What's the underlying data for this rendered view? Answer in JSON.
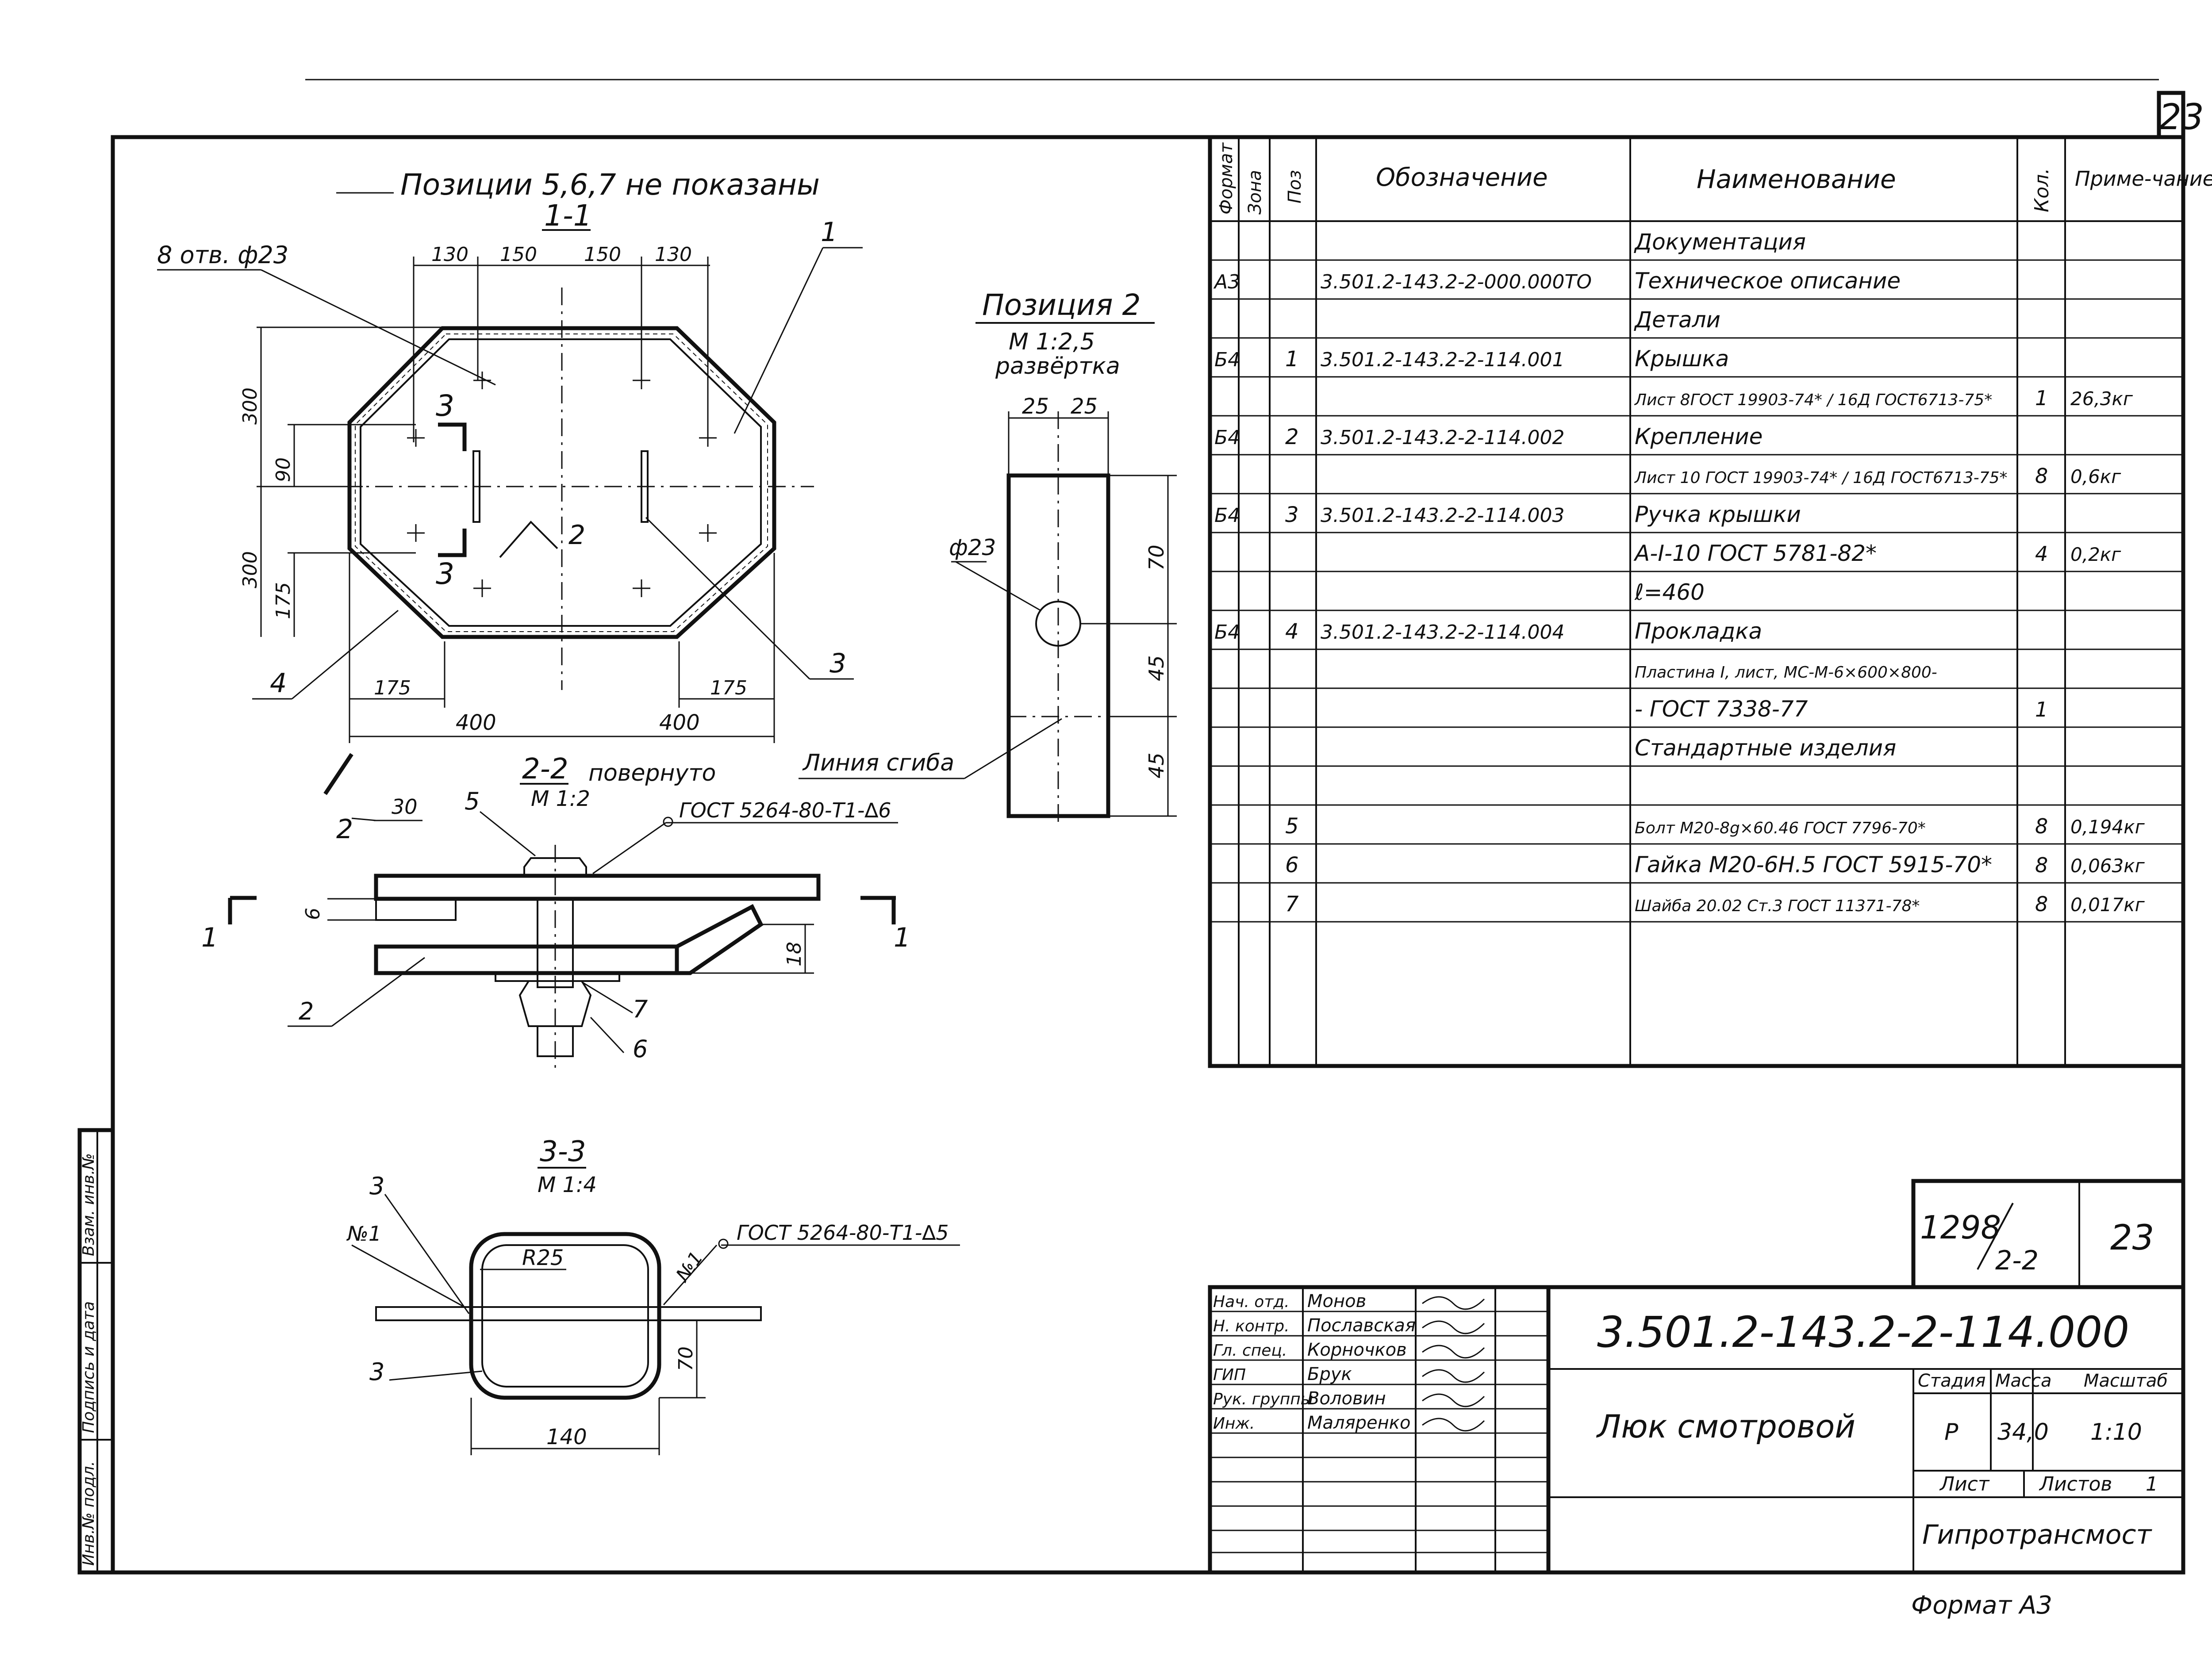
{
  "sheet": {
    "page_number": "23",
    "format_label": "Формат А3"
  },
  "side_stamp": {
    "inv_podl": "Инв.№ подл.",
    "podpis_data": "Подпись и дата",
    "vzam_inv": "Взам. инв.№"
  },
  "drawing": {
    "note_positions": "Позиции 5,6,7 не показаны",
    "view_1_1": {
      "title": "1-1",
      "holes": "8 отв. ф23",
      "dims_top": [
        "130",
        "150",
        "150",
        "130"
      ],
      "dims_left": [
        "300",
        "90",
        "300",
        "175"
      ],
      "dims_bottom_small": [
        "175",
        "175"
      ],
      "dims_bottom": [
        "400",
        "400"
      ],
      "section_mark": "3",
      "callouts": [
        "1",
        "2",
        "3",
        "4"
      ]
    },
    "position_2": {
      "title": "Позиция 2",
      "scale": "М 1:2,5",
      "subtitle": "развёртка",
      "dims_top": [
        "25",
        "25"
      ],
      "hole": "ф23",
      "dims_right": [
        "70",
        "45",
        "45"
      ],
      "bend_line": "Линия сгиба"
    },
    "view_2_2": {
      "title": "2-2",
      "note": "повернуто",
      "scale": "М 1:2",
      "weld": "ГОСТ 5264-80-Т1-∆6",
      "dims": [
        "30",
        "6",
        "18"
      ],
      "callouts": [
        "2",
        "5",
        "2",
        "7",
        "6"
      ],
      "section_mark": "1"
    },
    "view_3_3": {
      "title": "3-3",
      "scale": "М 1:4",
      "weld": "ГОСТ 5264-80-Т1-∆5",
      "weld_no": "№1",
      "radius": "R25",
      "dims": [
        "70",
        "140"
      ],
      "callouts": [
        "3",
        "3"
      ]
    }
  },
  "spec_table": {
    "headers": {
      "format": "Формат",
      "zone": "Зона",
      "pos": "Поз",
      "designation": "Обозначение",
      "name": "Наименование",
      "qty": "Кол.",
      "note": "Приме-чание"
    },
    "rows": [
      {
        "fmt": "",
        "zone": "",
        "pos": "",
        "des": "",
        "name": "Документация",
        "qty": "",
        "note": ""
      },
      {
        "fmt": "А3",
        "zone": "",
        "pos": "",
        "des": "3.501.2-143.2-2-000.000ТО",
        "name": "Техническое описание",
        "qty": "",
        "note": ""
      },
      {
        "fmt": "",
        "zone": "",
        "pos": "",
        "des": "",
        "name": "Детали",
        "qty": "",
        "note": ""
      },
      {
        "fmt": "Б4",
        "zone": "",
        "pos": "1",
        "des": "3.501.2-143.2-2-114.001",
        "name": "Крышка",
        "qty": "",
        "note": ""
      },
      {
        "fmt": "",
        "zone": "",
        "pos": "",
        "des": "",
        "name": "Лист 8ГОСТ 19903-74* / 16Д ГОСТ6713-75*",
        "qty": "1",
        "note": "26,3кг"
      },
      {
        "fmt": "Б4",
        "zone": "",
        "pos": "2",
        "des": "3.501.2-143.2-2-114.002",
        "name": "Крепление",
        "qty": "",
        "note": ""
      },
      {
        "fmt": "",
        "zone": "",
        "pos": "",
        "des": "",
        "name": "Лист 10 ГОСТ 19903-74* / 16Д ГОСТ6713-75*",
        "qty": "8",
        "note": "0,6кг"
      },
      {
        "fmt": "Б4",
        "zone": "",
        "pos": "3",
        "des": "3.501.2-143.2-2-114.003",
        "name": "Ручка крышки",
        "qty": "",
        "note": ""
      },
      {
        "fmt": "",
        "zone": "",
        "pos": "",
        "des": "",
        "name": "А-I-10 ГОСТ 5781-82*",
        "qty": "4",
        "note": "0,2кг"
      },
      {
        "fmt": "",
        "zone": "",
        "pos": "",
        "des": "",
        "name": "ℓ=460",
        "qty": "",
        "note": ""
      },
      {
        "fmt": "Б4",
        "zone": "",
        "pos": "4",
        "des": "3.501.2-143.2-2-114.004",
        "name": "Прокладка",
        "qty": "",
        "note": ""
      },
      {
        "fmt": "",
        "zone": "",
        "pos": "",
        "des": "",
        "name": "Пластина I, лист, МС-М-6×600×800-",
        "qty": "",
        "note": ""
      },
      {
        "fmt": "",
        "zone": "",
        "pos": "",
        "des": "",
        "name": "- ГОСТ 7338-77",
        "qty": "1",
        "note": ""
      },
      {
        "fmt": "",
        "zone": "",
        "pos": "",
        "des": "",
        "name": "Стандартные изделия",
        "qty": "",
        "note": ""
      },
      {
        "fmt": "",
        "zone": "",
        "pos": "",
        "des": "",
        "name": "",
        "qty": "",
        "note": ""
      },
      {
        "fmt": "",
        "zone": "",
        "pos": "5",
        "des": "",
        "name": "Болт М20-8g×60.46 ГОСТ 7796-70*",
        "qty": "8",
        "note": "0,194кг"
      },
      {
        "fmt": "",
        "zone": "",
        "pos": "6",
        "des": "",
        "name": "Гайка М20-6Н.5 ГОСТ 5915-70*",
        "qty": "8",
        "note": "0,063кг"
      },
      {
        "fmt": "",
        "zone": "",
        "pos": "7",
        "des": "",
        "name": "Шайба 20.02 Ст.3 ГОСТ 11371-78*",
        "qty": "8",
        "note": "0,017кг"
      }
    ]
  },
  "title_block": {
    "album": "1298",
    "album_sub": "2-2",
    "sheet_no": "23",
    "doc_code": "3.501.2-143.2-2-114.000",
    "title": "Люк смотровой",
    "roles": [
      {
        "role": "Нач. отд.",
        "name": "Монов"
      },
      {
        "role": "Н. контр.",
        "name": "Пославская"
      },
      {
        "role": "Гл. спец.",
        "name": "Корночков"
      },
      {
        "role": "ГИП",
        "name": "Брук"
      },
      {
        "role": "Рук. группы",
        "name": "Воловин"
      },
      {
        "role": "Инж.",
        "name": "Маляренко"
      }
    ],
    "stage_label": "Стадия",
    "mass_label": "Масса",
    "scale_label": "Масштаб",
    "stage": "Р",
    "mass": "34,0",
    "scale": "1:10",
    "list_label": "Лист",
    "lists_label": "Листов",
    "lists_value": "1",
    "org": "Гипротрансмост"
  }
}
